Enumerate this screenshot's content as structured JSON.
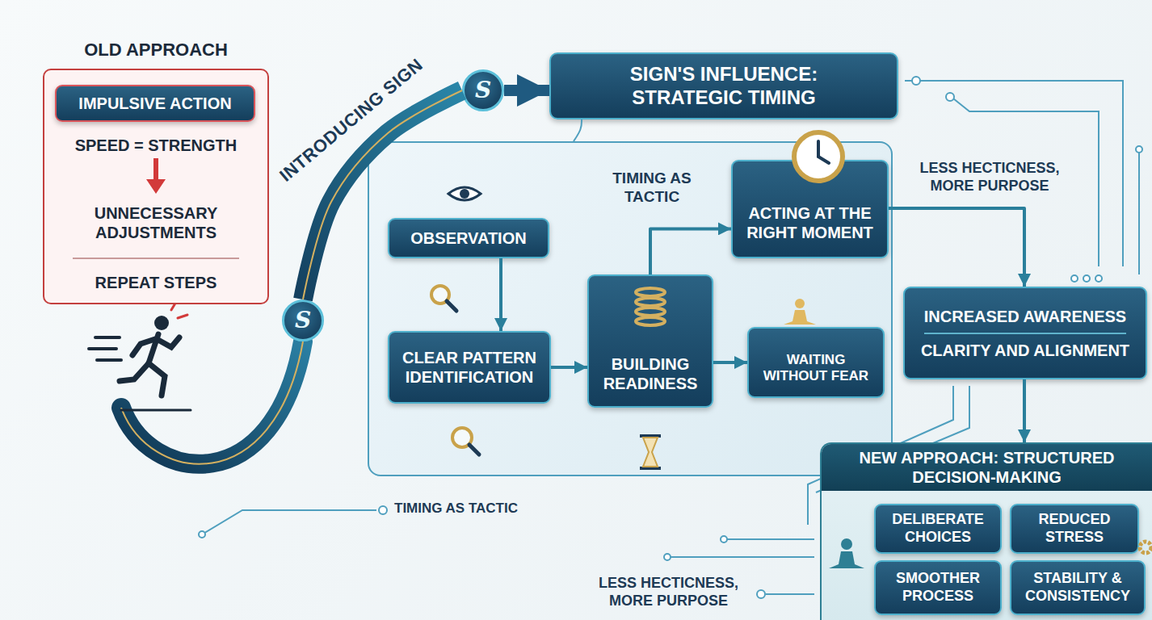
{
  "diagram": {
    "nodes": [
      {
        "text": [
          "OLD APPROACH",
          "SPEED = STRENGTH",
          "UNNECESSARY ADJUSTMENTS",
          "REPEAT STEPS"
        ]
      },
      {
        "text": [
          "IMPULSIVE ACTION"
        ],
        "in": 0
      },
      {
        "text": [
          "S"
        ]
      },
      {
        "text": [
          "S"
        ]
      },
      {
        "text": [
          "SIGN'S INFLUENCE: STRATEGIC TIMING"
        ]
      },
      {
        "text": [
          "TIMING AS TACTIC"
        ]
      },
      {
        "text": [
          "OBSERVATION"
        ],
        "in": 5
      },
      {
        "text": [
          "CLEAR PATTERN IDENTIFICATION"
        ],
        "in": 5
      },
      {
        "text": [
          "BUILDING READINESS"
        ],
        "in": 5
      },
      {
        "text": [
          "ACTING AT THE RIGHT MOMENT"
        ],
        "in": 5
      },
      {
        "text": [
          "WAITING WITHOUT FEAR"
        ],
        "in": 5
      },
      {
        "text": [
          "INCREASED AWARENESS",
          "CLARITY AND ALIGNMENT"
        ]
      },
      {
        "text": [
          "NEW APPROACH: STRUCTURED DECISION-MAKING"
        ]
      },
      {
        "text": [
          "DELIBERATE CHOICES"
        ],
        "in": 12
      },
      {
        "text": [
          "REDUCED STRESS"
        ],
        "in": 12
      },
      {
        "text": [
          "SMOOTHER PROCESS"
        ],
        "in": 12
      },
      {
        "text": [
          "STABILITY & CONSISTENCY"
        ],
        "in": 12
      }
    ],
    "edges": [
      {
        "from": 2,
        "to": 3,
        "arrow": "none"
      },
      {
        "from": 3,
        "to": 4,
        "arrow": "to"
      },
      {
        "from": 4,
        "to": 5,
        "arrow": "none"
      },
      {
        "from": 6,
        "to": 7,
        "arrow": "to"
      },
      {
        "from": 7,
        "to": 8,
        "arrow": "to"
      },
      {
        "from": 8,
        "to": 10,
        "arrow": "to"
      },
      {
        "from": 8,
        "to": 9,
        "arrow": "to"
      },
      {
        "from": 9,
        "to": 11,
        "arrow": "to"
      },
      {
        "from": 11,
        "to": 12,
        "arrow": "to"
      }
    ],
    "labels": [
      "INTRODUCING SIGN",
      "TIMING AS TACTIC",
      "LESS HECTICNESS, MORE PURPOSE",
      "LESS HECTICNESS, MORE PURPOSE"
    ]
  }
}
